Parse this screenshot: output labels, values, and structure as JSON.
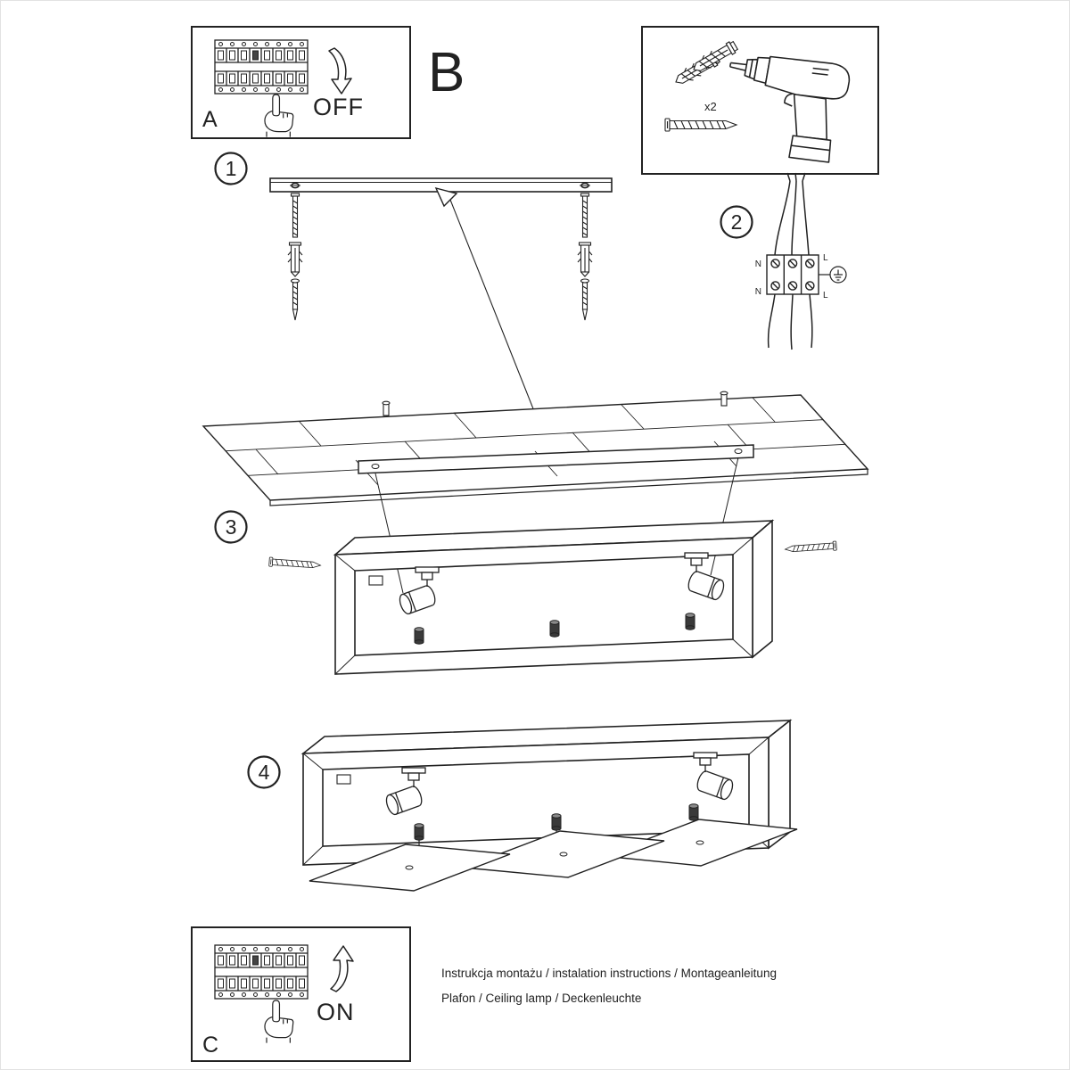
{
  "page": {
    "section_label": "B",
    "background": "#ffffff",
    "line_color": "#222222",
    "footer": {
      "line1": "Instrukcja montażu / instalation instructions / Montageanleitung",
      "line2": "Plafon / Ceiling lamp / Deckenleuchte"
    }
  },
  "power_off_panel": {
    "label": "A",
    "switch_state": "OFF"
  },
  "power_on_panel": {
    "label": "C",
    "switch_state": "ON"
  },
  "tools_box": {
    "anchor_quantity": "x2"
  },
  "steps": {
    "step1": {
      "number": "1"
    },
    "step2": {
      "number": "2"
    },
    "step3": {
      "number": "3"
    },
    "step4": {
      "number": "4"
    }
  },
  "wiring": {
    "terminal_top_left": "N",
    "terminal_top_right": "L",
    "terminal_bottom_left": "N",
    "terminal_bottom_right": "L"
  }
}
